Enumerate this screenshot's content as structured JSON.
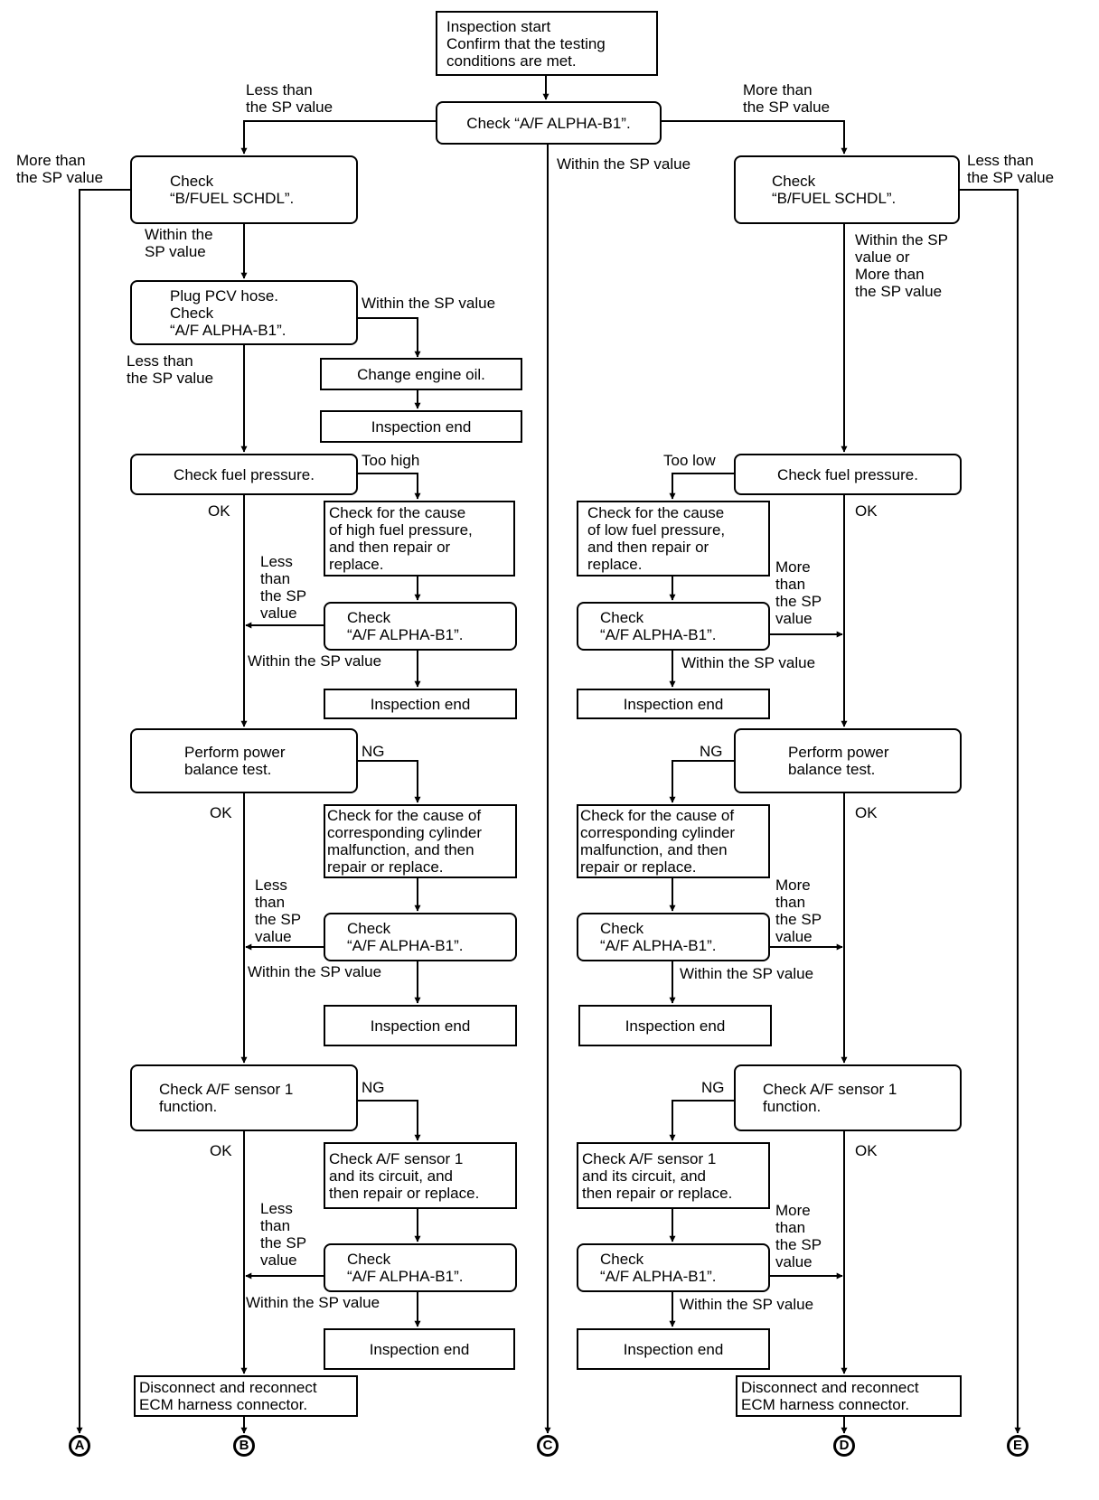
{
  "nodes": {
    "start": "Inspection start\nConfirm that the testing\nconditions are met.",
    "check_alpha_main": "Check “A/F ALPHA-B1”.",
    "l_check_fuel_schdl": "Check\n“B/FUEL SCHDL”.",
    "l_plug_pcv": "Plug PCV hose.\nCheck\n“A/F ALPHA-B1”.",
    "l_change_oil": "Change engine oil.",
    "l_end_oil": "Inspection end",
    "l_check_fuel_pressure": "Check fuel pressure.",
    "l_high_pressure_cause": "Check for the cause\nof high fuel pressure,\nand then repair or\nreplace.",
    "l_check_alpha_2": "Check\n“A/F ALPHA-B1”.",
    "l_end_2": "Inspection end",
    "l_power_balance": "Perform power\nbalance test.",
    "l_cylinder_cause": "Check for the cause of\ncorresponding cylinder\nmalfunction, and then\nrepair or replace.",
    "l_check_alpha_3": "Check\n“A/F ALPHA-B1”.",
    "l_end_3": "Inspection end",
    "l_af_sensor_function": "Check A/F sensor 1\nfunction.",
    "l_af_sensor_circuit": "Check A/F sensor 1\nand its circuit, and\nthen repair or replace.",
    "l_check_alpha_4": "Check\n“A/F ALPHA-B1”.",
    "l_end_4": "Inspection end",
    "l_ecm": "Disconnect and reconnect\nECM harness connector.",
    "r_check_fuel_schdl": "Check\n“B/FUEL SCHDL”.",
    "r_check_fuel_pressure": "Check fuel pressure.",
    "r_low_pressure_cause": "Check for the cause\nof low fuel pressure,\nand then repair or\nreplace.",
    "r_check_alpha_2": "Check\n“A/F ALPHA-B1”.",
    "r_end_2": "Inspection end",
    "r_power_balance": "Perform power\nbalance test.",
    "r_cylinder_cause": "Check for the cause of\ncorresponding cylinder\nmalfunction, and then\nrepair or replace.",
    "r_check_alpha_3": "Check\n“A/F ALPHA-B1”.",
    "r_end_3": "Inspection end",
    "r_af_sensor_function": "Check A/F sensor 1\nfunction.",
    "r_af_sensor_circuit": "Check A/F sensor 1\nand its circuit, and\nthen repair or replace.",
    "r_check_alpha_4": "Check\n“A/F ALPHA-B1”.",
    "r_end_4": "Inspection end",
    "r_ecm": "Disconnect and reconnect\nECM harness connector."
  },
  "labels": {
    "less_sp_top": "Less than\nthe SP value",
    "more_sp_top": "More than\nthe SP value",
    "within_sp_center": "Within the SP value",
    "more_sp_left_edge": "More than\nthe SP value",
    "less_sp_right_edge": "Less than\nthe SP value",
    "within_sp_left_1": "Within the\nSP value",
    "within_sp_right_1": "Within the SP\nvalue or\nMore than\nthe SP value",
    "within_sp_pcv": "Within the SP value",
    "less_sp_pcv": "Less than\nthe SP value",
    "too_high": "Too high",
    "too_low": "Too low",
    "ok_l1": "OK",
    "ok_r1": "OK",
    "less_sp_l2": "Less\nthan\nthe SP\nvalue",
    "more_sp_r2": "More\nthan\nthe SP\nvalue",
    "within_sp_l2": "Within the SP value",
    "within_sp_r2": "Within the SP value",
    "ng_l3": "NG",
    "ng_r3": "NG",
    "ok_l3": "OK",
    "ok_r3": "OK",
    "less_sp_l3": "Less\nthan\nthe SP\nvalue",
    "more_sp_r3": "More\nthan\nthe SP\nvalue",
    "within_sp_l3": "Within the SP value",
    "within_sp_r3": "Within the SP value",
    "ng_l4": "NG",
    "ng_r4": "NG",
    "ok_l4": "OK",
    "ok_r4": "OK",
    "less_sp_l4": "Less\nthan\nthe SP\nvalue",
    "more_sp_r4": "More\nthan\nthe SP\nvalue",
    "within_sp_l4": "Within the SP value",
    "within_sp_r4": "Within the SP value"
  },
  "connectors": [
    "A",
    "B",
    "C",
    "D",
    "E"
  ]
}
